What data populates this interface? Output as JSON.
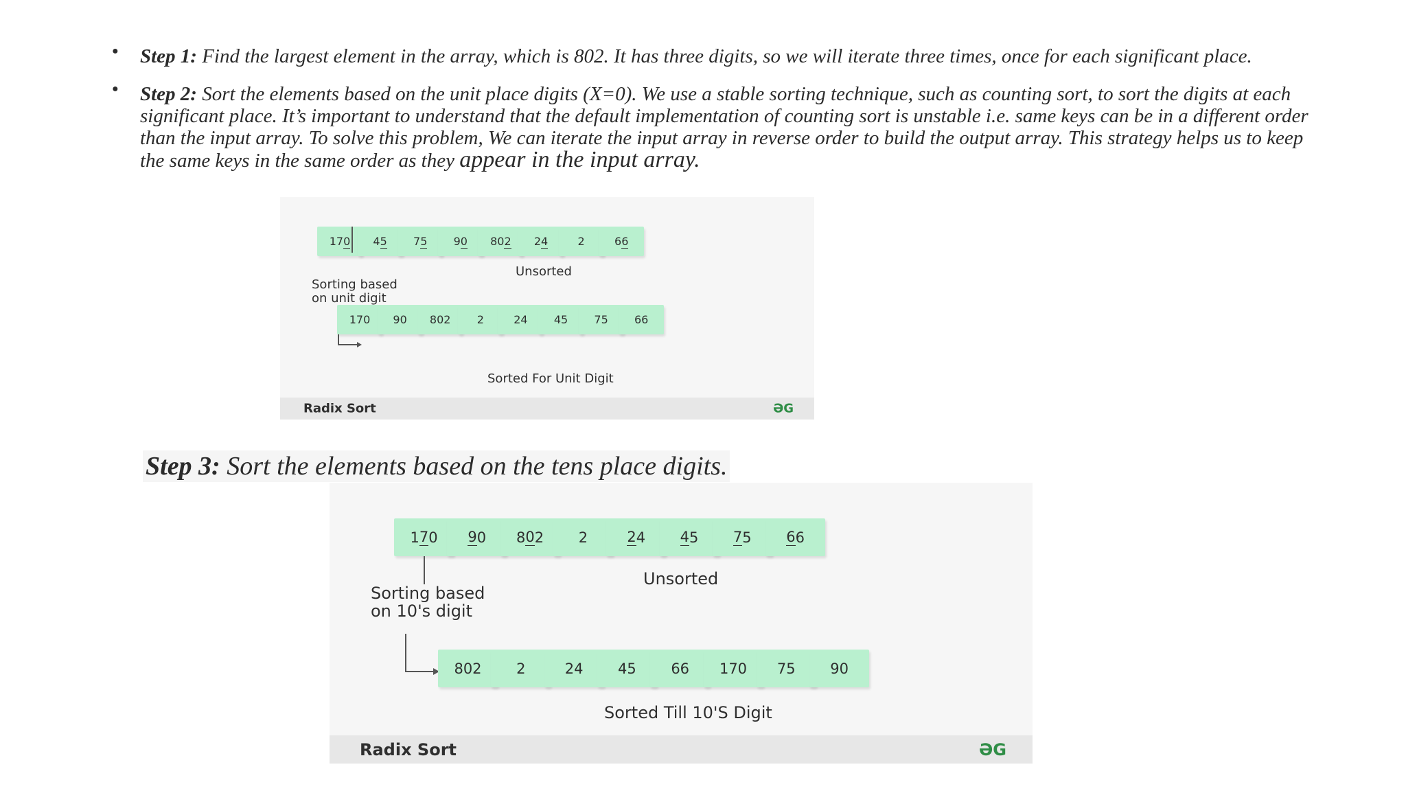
{
  "steps": [
    {
      "label": "Step 1:",
      "text": " Find the largest element in the array, which is 802. It has three digits, so we will iterate three times, once for each significant place."
    },
    {
      "label": "Step 2:",
      "text": " Sort the elements based on the unit place digits (X=0). We use a stable sorting technique, such as counting sort, to sort the digits at each significant place. It’s important to understand that the default implementation of counting sort is unstable i.e. same keys can be in a different order than the input array. To solve this problem, We can iterate the input array in reverse order to build the output array. This strategy helps us to keep the same keys in the same order as they ",
      "text_big": "appear in the input array."
    }
  ],
  "step3": {
    "label": "Step 3:",
    "text": " Sort the elements based on the tens place digits."
  },
  "diagram1": {
    "unsorted": [
      {
        "pre": "17",
        "digit": "0",
        "post": ""
      },
      {
        "pre": "4",
        "digit": "5",
        "post": ""
      },
      {
        "pre": "7",
        "digit": "5",
        "post": ""
      },
      {
        "pre": "9",
        "digit": "0",
        "post": ""
      },
      {
        "pre": "80",
        "digit": "2",
        "post": ""
      },
      {
        "pre": "2",
        "digit": "4",
        "post": ""
      },
      {
        "pre": "",
        "digit": "",
        "post": "2"
      },
      {
        "pre": "6",
        "digit": "6",
        "post": ""
      }
    ],
    "unsorted_label": "Unsorted",
    "side_label_1": "Sorting based",
    "side_label_2": "on unit digit",
    "sorted": [
      "170",
      "90",
      "802",
      "2",
      "24",
      "45",
      "75",
      "66"
    ],
    "sorted_label": "Sorted For Unit Digit",
    "footer": "Radix Sort",
    "logo": "ƏG"
  },
  "diagram2": {
    "unsorted": [
      {
        "pre": "1",
        "digit": "7",
        "post": "0"
      },
      {
        "pre": "",
        "digit": "9",
        "post": "0"
      },
      {
        "pre": "8",
        "digit": "0",
        "post": "2"
      },
      {
        "pre": "",
        "digit": "",
        "post": "2"
      },
      {
        "pre": "",
        "digit": "2",
        "post": "4"
      },
      {
        "pre": "",
        "digit": "4",
        "post": "5"
      },
      {
        "pre": "",
        "digit": "7",
        "post": "5"
      },
      {
        "pre": "",
        "digit": "6",
        "post": "6"
      }
    ],
    "unsorted_label": "Unsorted",
    "side_label_1": "Sorting based",
    "side_label_2": "on 10's digit",
    "sorted": [
      "802",
      "2",
      "24",
      "45",
      "66",
      "170",
      "75",
      "90"
    ],
    "sorted_label": "Sorted Till 10'S Digit",
    "footer": "Radix Sort",
    "logo": "ƏG"
  },
  "colors": {
    "box": "#b9f0cf",
    "panel": "#f6f6f6",
    "footer": "#e7e7e7",
    "logo": "#2f8d46"
  }
}
